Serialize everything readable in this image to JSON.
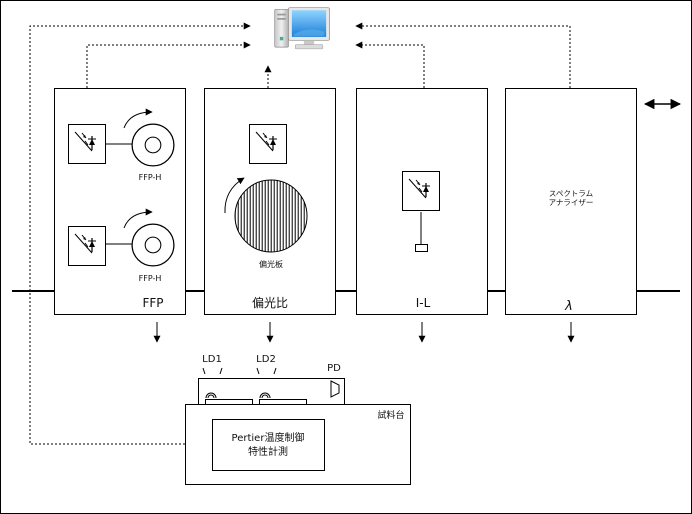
{
  "modules": {
    "ffp": {
      "label": "FFP",
      "motor_top_label": "FFP-H",
      "motor_bottom_label": "FFP-H"
    },
    "polarization": {
      "label": "偏光比",
      "polarizer_label": "偏光板"
    },
    "il": {
      "label": "I-L"
    },
    "spectrum": {
      "label": "λ",
      "analyzer_label_line1": "スペクトラム",
      "analyzer_label_line2": "アナライザー"
    }
  },
  "test_stage": {
    "ld1_label": "LD1",
    "ld2_label": "LD2",
    "pd_label": "PD",
    "stage_label": "試料台",
    "controller_line1": "Pertier温度制御",
    "controller_line2": "特性計測"
  },
  "icons": {
    "computer": "desktop-computer-icon",
    "detector": "photodiode-icon",
    "motor": "rotation-stage-icon",
    "polarizer": "polarizer-disk-icon",
    "swap": "double-arrow-icon"
  }
}
